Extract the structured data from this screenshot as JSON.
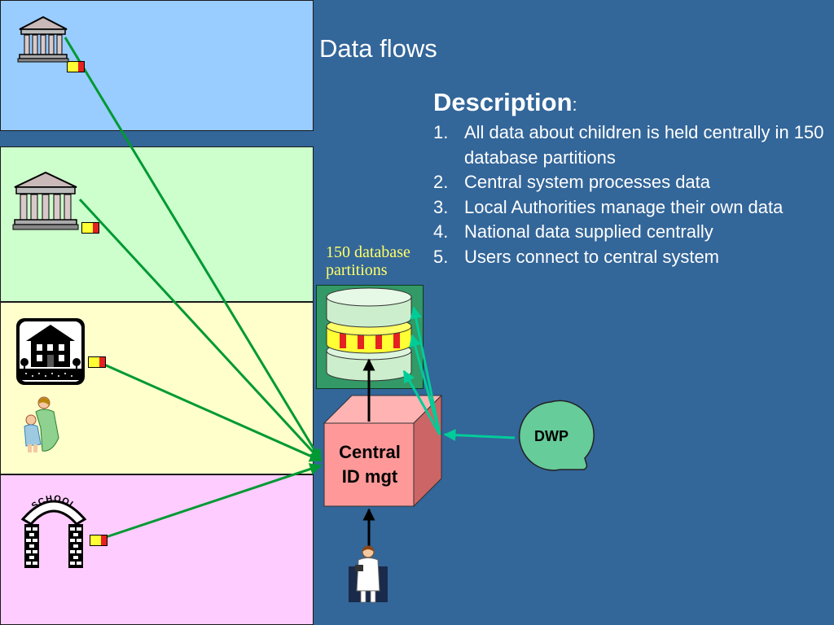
{
  "title": "Data flows",
  "description": {
    "heading": "Description",
    "colon": ":",
    "items": [
      {
        "num": "1.",
        "text": "All data about children is held centrally in 150 database partitions"
      },
      {
        "num": "2.",
        "text": "Central system processes data"
      },
      {
        "num": "3.",
        "text": "Local Authorities manage their own data"
      },
      {
        "num": "4.",
        "text": "National data supplied centrally"
      },
      {
        "num": "5.",
        "text": "Users connect to central system"
      }
    ]
  },
  "database": {
    "label": "150 database partitions"
  },
  "central": {
    "label_line1": "Central",
    "label_line2": "ID mgt"
  },
  "dwp": {
    "label": "DWP"
  },
  "school_sign": "SCHOOL",
  "icons": [
    "government-building-icon",
    "government-building-icon",
    "house-icon",
    "parent-child-icon",
    "school-arch-icon",
    "doctor-icon"
  ],
  "colors": {
    "background": "#336699",
    "panel_blue": "#99ccff",
    "panel_green": "#ccffcc",
    "panel_yellow": "#ffffcc",
    "panel_pink": "#ffccff",
    "flow_line": "#009933",
    "teal_arrow": "#00cc99",
    "label_yellow": "#ffff66",
    "central_box": "#ff9999",
    "dwp": "#66cc99"
  }
}
